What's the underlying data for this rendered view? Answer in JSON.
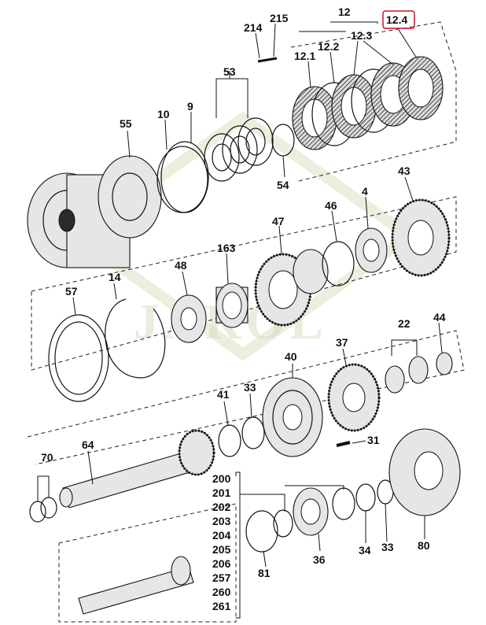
{
  "watermark": "JAROL",
  "highlight_color": "#c8102e",
  "callouts": {
    "c12": "12",
    "c12_1": "12.1",
    "c12_2": "12.2",
    "c12_3": "12.3",
    "c12_4": "12.4",
    "c214": "214",
    "c215": "215",
    "c53": "53",
    "c55": "55",
    "c10": "10",
    "c9": "9",
    "c54": "54",
    "c43": "43",
    "c46": "46",
    "c4": "4",
    "c47": "47",
    "c163": "163",
    "c48": "48",
    "c14": "14",
    "c57": "57",
    "c22": "22",
    "c44": "44",
    "c37": "37",
    "c40": "40",
    "c41": "41",
    "c33a": "33",
    "c31": "31",
    "c64": "64",
    "c70": "70",
    "c34": "34",
    "c33b": "33",
    "c80": "80",
    "c81": "81",
    "c36": "36"
  },
  "kit_list": [
    "200",
    "201",
    "202",
    "203",
    "204",
    "205",
    "206",
    "257",
    "260",
    "261"
  ]
}
